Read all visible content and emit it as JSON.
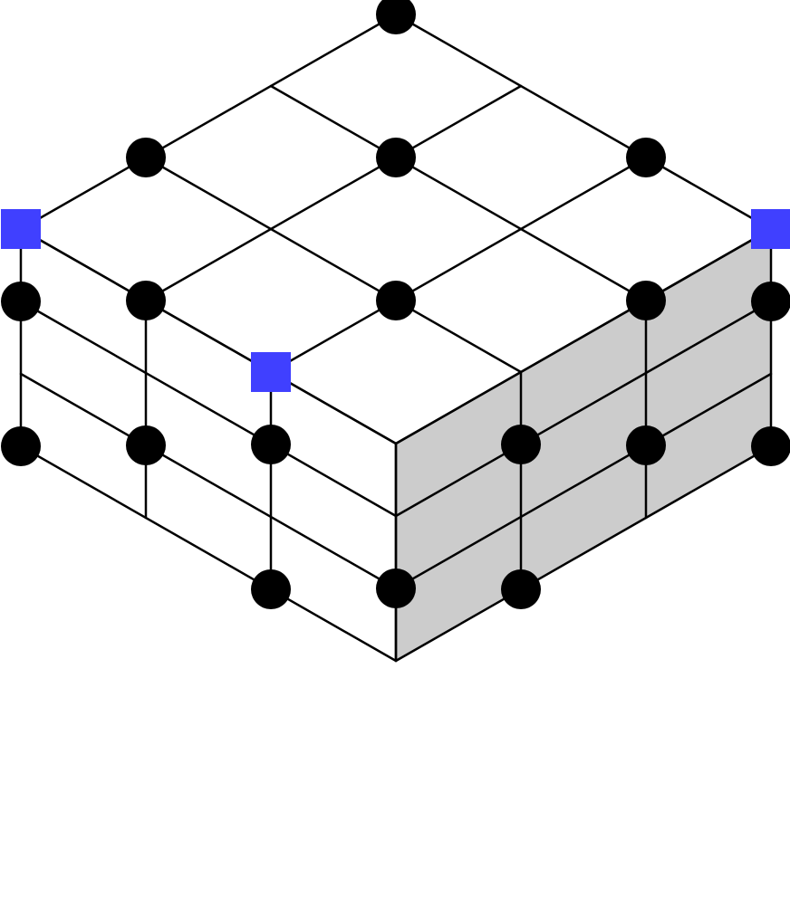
{
  "colors": {
    "background": "#ffffff",
    "grid_lines": "#000000",
    "shaded_face": "#cccccc",
    "dot_marker": "#000000",
    "square_marker": "#4040ff"
  },
  "cube": {
    "divisions_per_edge": 3,
    "shaded_face": "right",
    "marker_types": [
      "circle",
      "square"
    ]
  }
}
